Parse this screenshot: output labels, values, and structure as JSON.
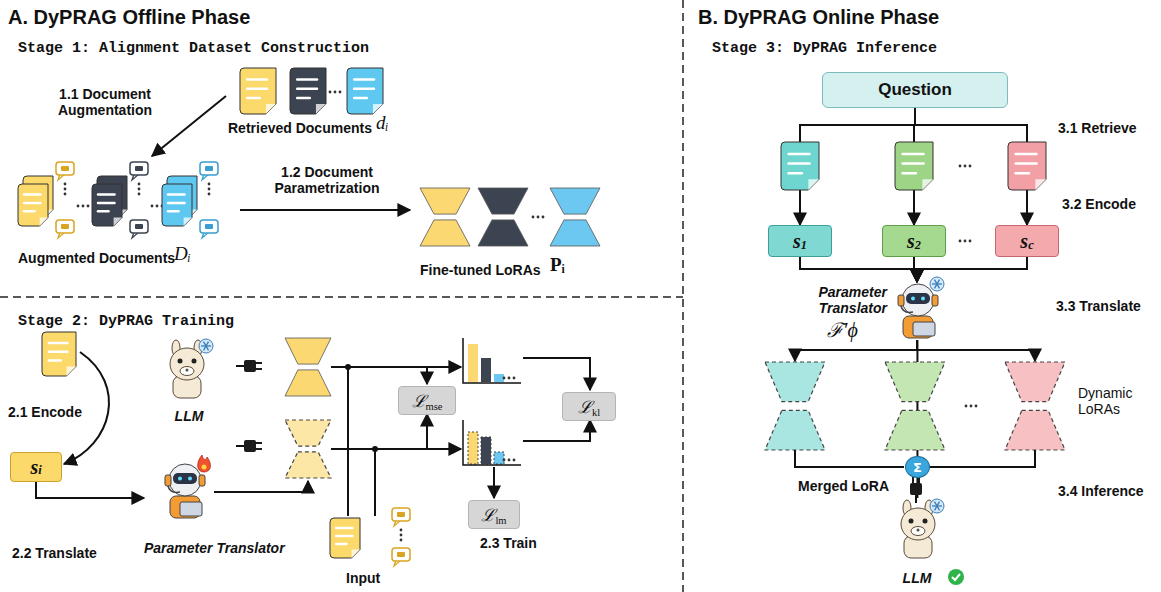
{
  "diagram": {
    "nodes": [
      {
        "text": [
          "s",
          "i"
        ]
      },
      {
        "text": [
          "LLM"
        ]
      },
      {
        "text": [
          "Parameter Translator"
        ]
      },
      {
        "text": [
          "ℒ",
          "mse"
        ]
      },
      {
        "text": [
          "ℒ",
          "kl"
        ]
      },
      {
        "text": [
          "ℒ",
          "lm"
        ]
      },
      {
        "text": [
          "Question"
        ]
      },
      {
        "text": [
          "s",
          "1"
        ]
      },
      {
        "text": [
          "s",
          "2"
        ]
      },
      {
        "text": [
          "s",
          "c"
        ]
      },
      {
        "text": [
          "Parameter Translator",
          "ℱ′ϕ"
        ]
      },
      {
        "text": [
          "Σ"
        ]
      },
      {
        "text": [
          "LLM"
        ]
      }
    ],
    "edges": [
      {
        "from": 0,
        "to": 2,
        "arrow": "to"
      },
      {
        "from": 6,
        "to": 7,
        "arrow": "to"
      },
      {
        "from": 6,
        "to": 8,
        "arrow": "to"
      },
      {
        "from": 6,
        "to": 9,
        "arrow": "to"
      },
      {
        "from": 7,
        "to": 10,
        "arrow": "to"
      },
      {
        "from": 8,
        "to": 10,
        "arrow": "to"
      },
      {
        "from": 9,
        "to": 10,
        "arrow": "to"
      },
      {
        "from": 10,
        "to": 11,
        "arrow": "none"
      },
      {
        "from": 11,
        "to": 12,
        "arrow": "none"
      }
    ],
    "labels": [
      "A. DyPRAG Offline Phase",
      "Stage 1: Alignment Dataset Construction",
      "1.1 Document Augmentation",
      "Retrieved Documents",
      "dᵢ",
      "1.2 Document Parametrization",
      "Augmented Documents",
      "Dᵢ",
      "Fine-tuned LoRAs",
      "Pᵢ",
      "Stage 2: DyPRAG Training",
      "2.1 Encode",
      "2.2 Translate",
      "Input",
      "2.3 Train",
      "B. DyPRAG Online Phase",
      "Stage 3: DyPRAG Inference",
      "3.1 Retrieve",
      "3.2 Encode",
      "3.3 Translate",
      "Dynamic LoRAs",
      "Merged LoRA",
      "3.4 Inference"
    ]
  }
}
